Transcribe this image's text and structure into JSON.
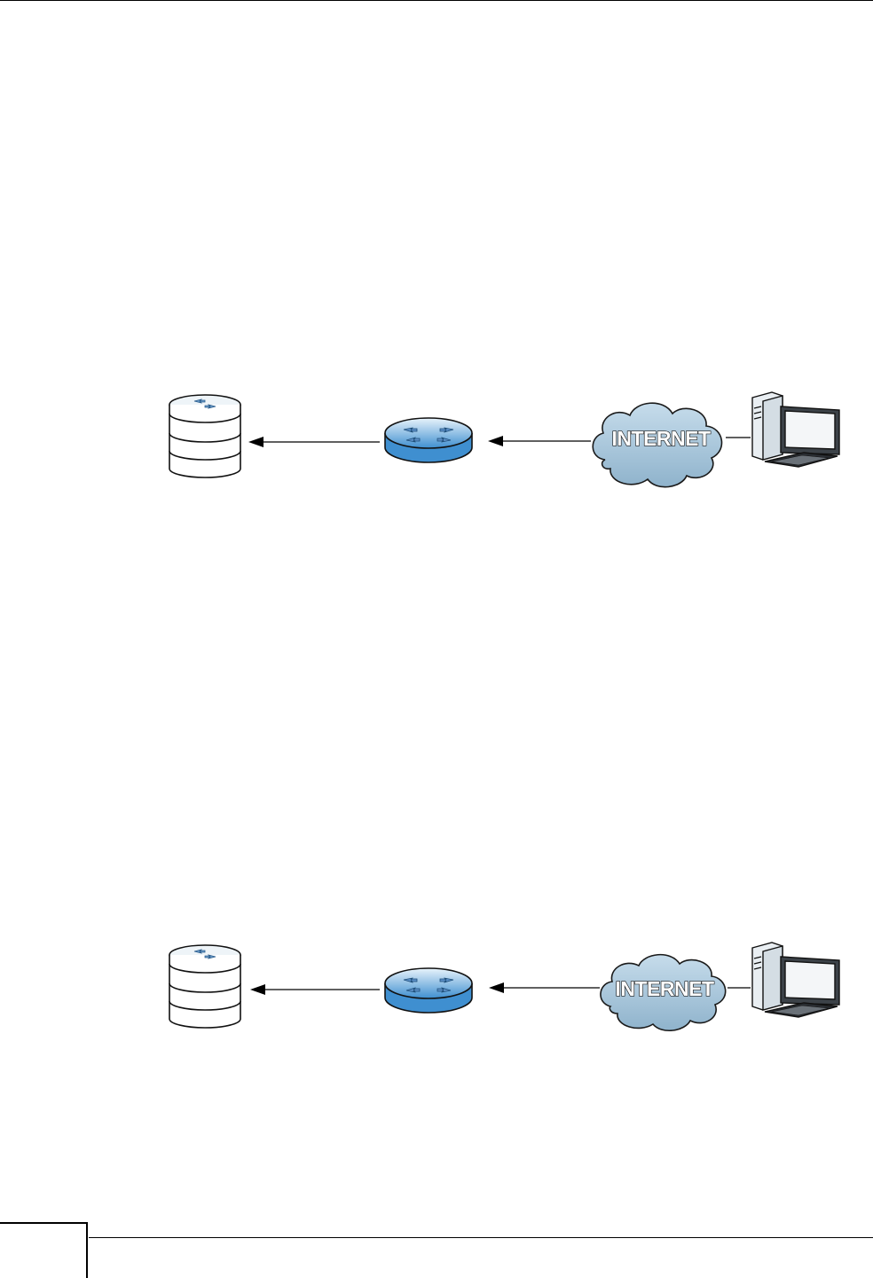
{
  "diagrams": [
    {
      "id": "diagram-1",
      "cloud_label": "INTERNET"
    },
    {
      "id": "diagram-2",
      "cloud_label": "INTERNET"
    }
  ],
  "colors": {
    "router_blue": "#4f9fd8",
    "cloud_fill": "#a9c6dc",
    "arrow_blue": "#5b8fc6",
    "server_fill": "#ffffff",
    "line": "#000000"
  },
  "icons": [
    "server-stack-icon",
    "router-icon",
    "internet-cloud-icon",
    "desktop-computer-icon"
  ]
}
